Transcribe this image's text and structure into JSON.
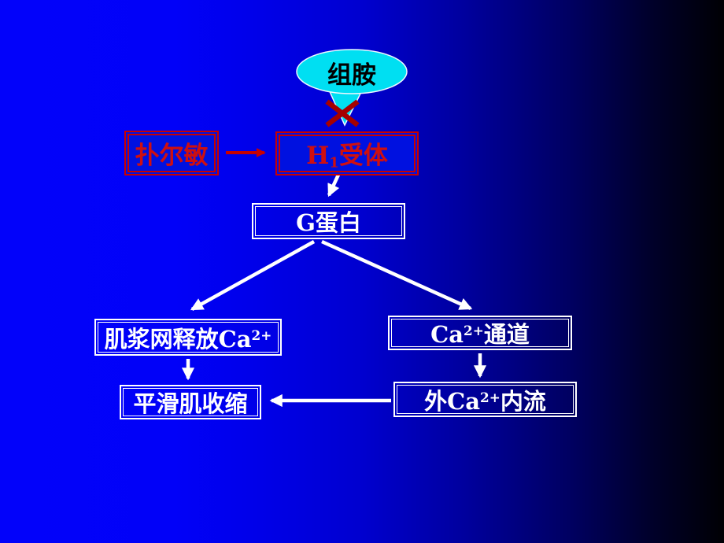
{
  "slide": {
    "type": "pathway-diagram",
    "colors": {
      "background_left": "#0202fa",
      "background_right": "#000004",
      "red_accent": "#c80000",
      "x_mark_red": "#a50000",
      "bubble_fill": "#00dff2",
      "bubble_text": "#000000",
      "box_text_white": "#ffffff"
    },
    "nodes": {
      "histamine": {
        "label": "组胺"
      },
      "chlorpheniramine": {
        "label": "扑尔敏"
      },
      "h1_receptor": {
        "base": "H",
        "subscript": "1",
        "suffix": "受体"
      },
      "g_protein": {
        "label": "G蛋白"
      },
      "sr_ca_release": {
        "prefix": "肌浆网释放Ca",
        "superscript": "2+"
      },
      "ca_channel": {
        "prefix": "Ca",
        "superscript": "2+",
        "suffix": "通道"
      },
      "smooth_muscle_contraction": {
        "label": "平滑肌收缩"
      },
      "ca_influx": {
        "prefix": "外Ca",
        "superscript": "2+",
        "suffix": "内流"
      }
    },
    "edges": [
      {
        "from": "histamine",
        "to": "h1_receptor",
        "status": "blocked",
        "marker": "red-x"
      },
      {
        "from": "chlorpheniramine",
        "to": "h1_receptor",
        "color": "red"
      },
      {
        "from": "h1_receptor",
        "to": "g_protein",
        "color": "white"
      },
      {
        "from": "g_protein",
        "to": "sr_ca_release",
        "color": "white"
      },
      {
        "from": "g_protein",
        "to": "ca_channel",
        "color": "white"
      },
      {
        "from": "sr_ca_release",
        "to": "smooth_muscle_contraction",
        "color": "white"
      },
      {
        "from": "ca_channel",
        "to": "ca_influx",
        "color": "white"
      },
      {
        "from": "ca_influx",
        "to": "smooth_muscle_contraction",
        "color": "white"
      }
    ]
  }
}
